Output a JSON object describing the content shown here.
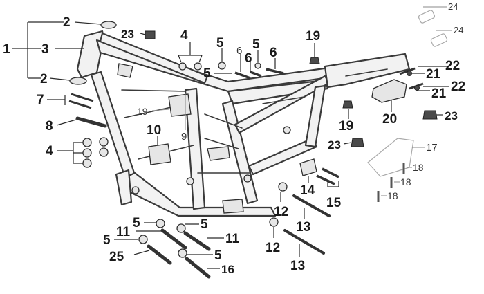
{
  "labels": {
    "l1": "1",
    "l2a": "2",
    "l2b": "2",
    "l3": "3",
    "l4a": "4",
    "l4b": "4",
    "l5a": "5",
    "l5b": "5",
    "l5c": "5",
    "l5d": "5",
    "l5e": "5",
    "l5f": "5",
    "l5g": "5",
    "l6a": "6",
    "l6b": "6",
    "l6c": "6",
    "l7": "7",
    "l8": "8",
    "l9": "9",
    "l10": "10",
    "l11a": "11",
    "l11b": "11",
    "l12a": "12",
    "l12b": "12",
    "l13a": "13",
    "l13b": "13",
    "l14": "14",
    "l15": "15",
    "l16": "16",
    "l17": "17",
    "l18a": "18",
    "l18b": "18",
    "l18c": "18",
    "l19a": "19",
    "l19b": "19",
    "l19c": "19",
    "l20": "20",
    "l21a": "21",
    "l21b": "21",
    "l22a": "22",
    "l22b": "22",
    "l23a": "23",
    "l23b": "23",
    "l23c": "23",
    "l24a": "24",
    "l24b": "24",
    "l25": "25"
  }
}
